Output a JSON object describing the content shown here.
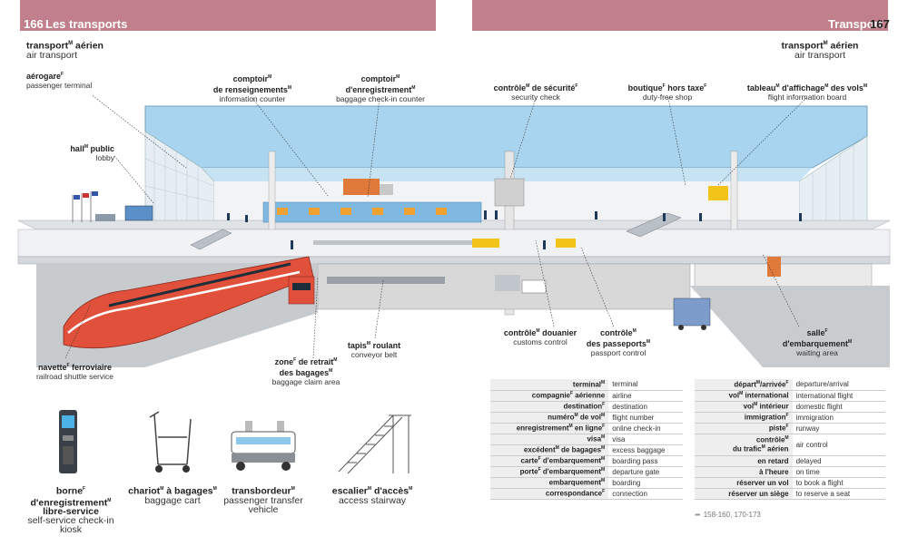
{
  "header": {
    "left_page_number": "166",
    "left_title": "Les transports",
    "right_title": "Transport",
    "right_page_number": "167"
  },
  "section": {
    "left_fr": "transport",
    "left_fr_gender": "M",
    "left_fr_rest": " aérien",
    "left_en": "air transport",
    "right_fr": "transport",
    "right_fr_gender": "M",
    "right_fr_rest": " aérien",
    "right_en": "air transport"
  },
  "labels": {
    "aerogare": {
      "fr": "aérogare",
      "g": "F",
      "en": "passenger terminal"
    },
    "hall": {
      "fr": "hall",
      "g": "M",
      "fr2": " public",
      "en": "lobby"
    },
    "comptoir_rens": {
      "fr1": "comptoir",
      "g1": "M",
      "fr2": "de renseignements",
      "g2": "M",
      "en": "information counter"
    },
    "comptoir_enr": {
      "fr1": "comptoir",
      "g1": "M",
      "fr2": "d'enregistrement",
      "g2": "M",
      "en": "baggage check-in counter"
    },
    "controle_securite": {
      "fr": "contrôle",
      "g1": "M",
      "fr2": " de sécurité",
      "g2": "F",
      "en": "security check"
    },
    "boutique": {
      "fr": "boutique",
      "g1": "F",
      "fr2": " hors taxe",
      "g2": "F",
      "en": "duty-free shop"
    },
    "tableau": {
      "fr": "tableau",
      "g1": "M",
      "fr2": " d'affichage",
      "g2": "M",
      "fr3": " des vols",
      "g3": "M",
      "en": "flight information board"
    },
    "navette": {
      "fr": "navette",
      "g": "F",
      "fr2": " ferroviaire",
      "en": "railroad shuttle service"
    },
    "zone_retrait": {
      "fr1": "zone",
      "g1": "F",
      "fr2": " de retrait",
      "g2": "M",
      "fr3": "des bagages",
      "g3": "M",
      "en": "baggage claim area"
    },
    "tapis": {
      "fr": "tapis",
      "g": "M",
      "fr2": " roulant",
      "en": "conveyor belt"
    },
    "douanier": {
      "fr": "contrôle",
      "g": "M",
      "fr2": " douanier",
      "en": "customs control"
    },
    "passeports": {
      "fr1": "contrôle",
      "g1": "M",
      "fr2": "des passeports",
      "g2": "M",
      "en": "passport control"
    },
    "salle": {
      "fr1": "salle",
      "g1": "F",
      "fr2": "d'embarquement",
      "g2": "M",
      "en": "waiting area"
    }
  },
  "thumbs": [
    {
      "fr1": "borne",
      "g1": "F",
      "fr1b": " d'enregistrement",
      "g1b": "M",
      "fr2": "libre-service",
      "en": "self-service check-in kiosk"
    },
    {
      "fr1": "chariot",
      "g1": "M",
      "fr1b": " à bagages",
      "g1b": "M",
      "en": "baggage cart"
    },
    {
      "fr1": "transbordeur",
      "g1": "M",
      "en1": "passenger transfer",
      "en2": "vehicle"
    },
    {
      "fr1": "escalier",
      "g1": "M",
      "fr1b": " d'accès",
      "g1b": "M",
      "en": "access stairway"
    }
  ],
  "vocab_left": [
    {
      "fr": "terminal",
      "g": "M",
      "en": "terminal"
    },
    {
      "fr": "compagnie",
      "g": "F",
      "fr2": " aérienne",
      "en": "airline"
    },
    {
      "fr": "destination",
      "g": "F",
      "en": "destination"
    },
    {
      "fr": "numéro",
      "g": "M",
      "fr2": " de vol",
      "g2": "M",
      "en": "flight number"
    },
    {
      "fr": "enregistrement",
      "g": "M",
      "fr2": " en ligne",
      "g2": "F",
      "en": "online check-in"
    },
    {
      "fr": "visa",
      "g": "M",
      "en": "visa"
    },
    {
      "fr": "excédent",
      "g": "M",
      "fr2": " de bagages",
      "g2": "M",
      "en": "excess baggage"
    },
    {
      "fr": "carte",
      "g": "F",
      "fr2": " d'embarquement",
      "g2": "M",
      "en": "boarding pass"
    },
    {
      "fr": "porte",
      "g": "F",
      "fr2": " d'embarquement",
      "g2": "M",
      "en": "departure gate"
    },
    {
      "fr": "embarquement",
      "g": "M",
      "en": "boarding"
    },
    {
      "fr": "correspondance",
      "g": "F",
      "en": "connection"
    }
  ],
  "vocab_right": [
    {
      "fr": "départ",
      "g": "M",
      "fr2": "/arrivée",
      "g2": "F",
      "en": "departure/arrival"
    },
    {
      "fr": "vol",
      "g": "M",
      "fr2": " international",
      "en": "international flight"
    },
    {
      "fr": "vol",
      "g": "M",
      "fr2": " intérieur",
      "en": "domestic flight"
    },
    {
      "fr": "immigration",
      "g": "F",
      "en": "immigration"
    },
    {
      "fr": "piste",
      "g": "F",
      "en": "runway"
    },
    {
      "fr": "contrôle",
      "g": "M",
      "frline2": "du trafic",
      "g2": "M",
      "fr3": " aérien",
      "en": "air control"
    },
    {
      "fr": "en retard",
      "en": "delayed"
    },
    {
      "fr": "à l'heure",
      "en": "on time"
    },
    {
      "fr": "réserver un vol",
      "en": "to book a flight"
    },
    {
      "fr": "réserver un siège",
      "en": "to reserve a seat"
    }
  ],
  "reference": "158-160, 170-173",
  "colors": {
    "header": "#c07f8a",
    "sky": "#a8d4ef",
    "train": "#e1503a"
  }
}
